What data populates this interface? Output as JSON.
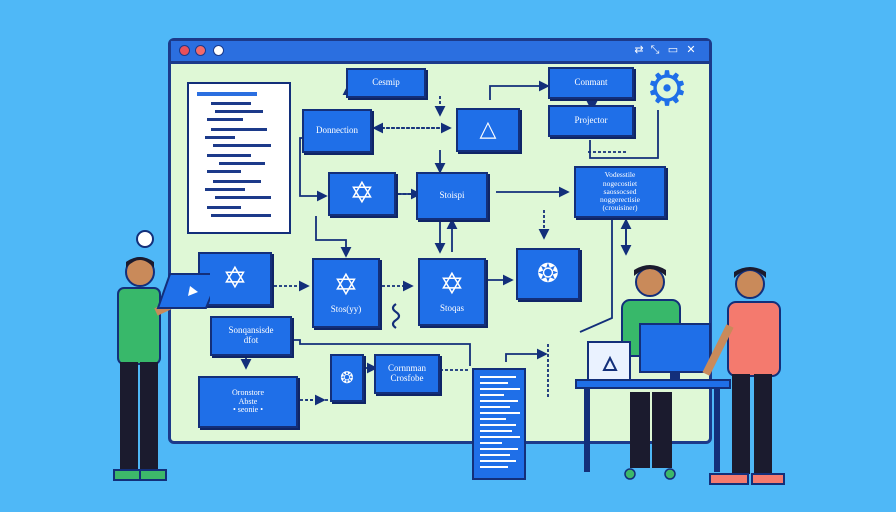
{
  "window": {
    "controls": [
      "close-dot",
      "minimize-dot",
      "maximize-dot"
    ],
    "toolbar_icons": [
      "resize-icon",
      "fullscreen-icon",
      "window-icon",
      "close-icon"
    ]
  },
  "nodes": {
    "cesmip": "Cesmip",
    "conmant": "Conmant",
    "projector": "Projector",
    "donnection": "Donnection",
    "stoispi": "Stoispi",
    "vodesstile": "Vodesstile\nnogecostiet\nsaossocsed\nnoggerectisie\n(crouisiner)",
    "stosyy": "Stos(yy)",
    "stoqas": "Stoqas",
    "sonqansisde": "Sonqansisde\ndfot",
    "cornnman": "Cornnman\nCrosfobe",
    "oronstore": "Oronstore\nAbste\n• seonie •"
  },
  "colors": {
    "background": "#4fb8f7",
    "window": "#dff8d6",
    "box": "#1f6fe8",
    "outline": "#132f7a"
  }
}
